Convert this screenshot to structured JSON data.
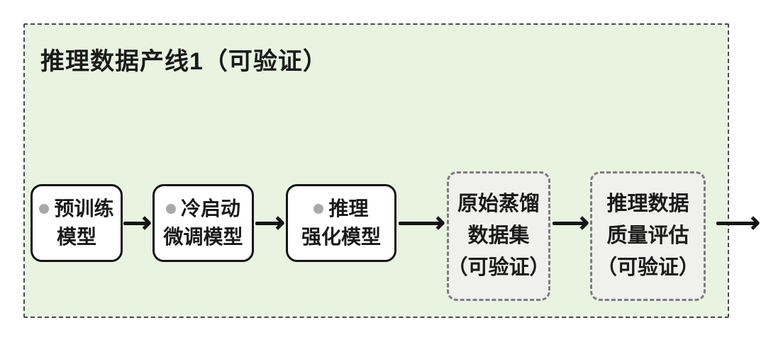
{
  "diagram": {
    "title": "推理数据产线1（可验证）",
    "nodes": [
      {
        "shape": "solid",
        "bullet": true,
        "lines": [
          "预训练",
          "模型"
        ]
      },
      {
        "shape": "solid",
        "bullet": true,
        "lines": [
          "冷启动",
          "微调模型"
        ]
      },
      {
        "shape": "solid",
        "bullet": true,
        "lines": [
          "推理",
          "强化模型"
        ]
      },
      {
        "shape": "dashed",
        "bullet": false,
        "lines": [
          "原始蒸馏",
          "数据集",
          "（可验证）"
        ]
      },
      {
        "shape": "dashed",
        "bullet": false,
        "lines": [
          "推理数据",
          "质量评估",
          "（可验证）"
        ]
      }
    ],
    "theme": {
      "page_bg": "#ffffff",
      "container_bg": "#e8f4e0",
      "container_border": "#4a4a4a",
      "solid_node_bg": "#ffffff",
      "solid_node_border": "#141414",
      "dashed_node_bg": "#f0f0ee",
      "dashed_node_border": "#7c7c7c",
      "bullet_color": "#a9a9a9",
      "arrow_color": "#141414",
      "text_color": "#1a1a1a"
    }
  }
}
